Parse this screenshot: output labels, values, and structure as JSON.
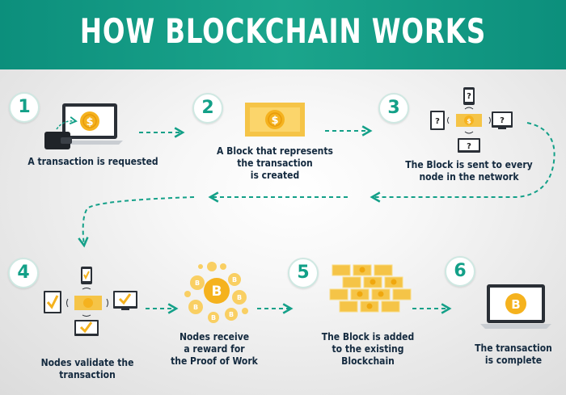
{
  "title": "HOW BLOCKCHAIN WORKS",
  "colors": {
    "header": "#149a85",
    "accent": "#13a088",
    "coin": "#f5b21e",
    "text": "#142a3f"
  },
  "steps": [
    {
      "number": "1",
      "lines": [
        "A transaction is requested"
      ]
    },
    {
      "number": "2",
      "lines": [
        "A Block that represents",
        "the transaction",
        "is created"
      ]
    },
    {
      "number": "3",
      "lines": [
        "The Block is sent to every",
        "node in the network"
      ]
    },
    {
      "number": "4",
      "lines": [
        "Nodes validate the transaction"
      ]
    },
    {
      "number": "",
      "lines": [
        "Nodes receive",
        "a reward for",
        "the Proof of Work"
      ]
    },
    {
      "number": "5",
      "lines": [
        "The Block is added",
        "to the existing",
        "Blockchain"
      ]
    },
    {
      "number": "6",
      "lines": [
        "The transaction",
        "is complete"
      ]
    }
  ],
  "icons": {
    "dollar": "$",
    "question": "?",
    "bitcoin": "B"
  }
}
